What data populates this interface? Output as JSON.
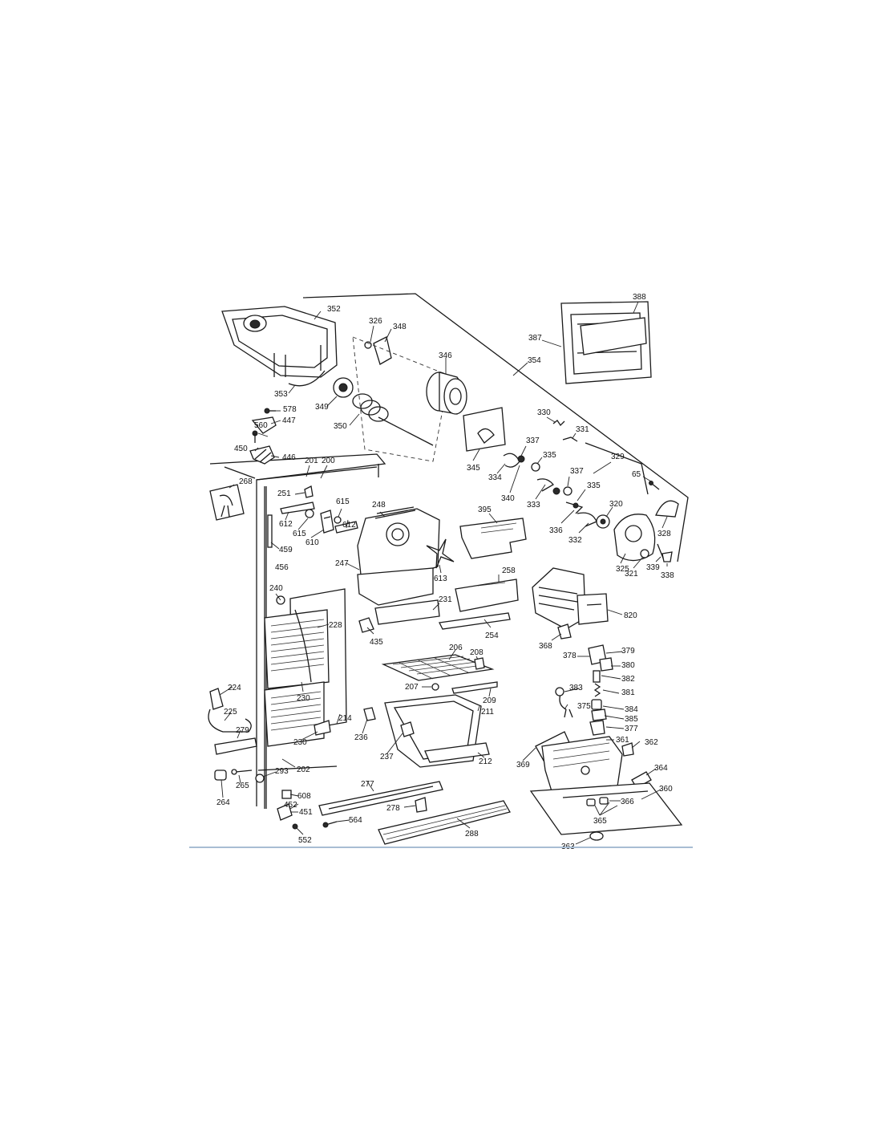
{
  "diagram": {
    "rule_color": "#a8bdd3",
    "line_color": "#1a1a1a",
    "callouts": [
      {
        "id": "352",
        "label": "352"
      },
      {
        "id": "326",
        "label": "326"
      },
      {
        "id": "348",
        "label": "348"
      },
      {
        "id": "346",
        "label": "346"
      },
      {
        "id": "354",
        "label": "354"
      },
      {
        "id": "387",
        "label": "387"
      },
      {
        "id": "388",
        "label": "388"
      },
      {
        "id": "353",
        "label": "353"
      },
      {
        "id": "349",
        "label": "349"
      },
      {
        "id": "350",
        "label": "350"
      },
      {
        "id": "578",
        "label": "578"
      },
      {
        "id": "447",
        "label": "447"
      },
      {
        "id": "560",
        "label": "560"
      },
      {
        "id": "450",
        "label": "450"
      },
      {
        "id": "446",
        "label": "446"
      },
      {
        "id": "201",
        "label": "201"
      },
      {
        "id": "200",
        "label": "200"
      },
      {
        "id": "268",
        "label": "268"
      },
      {
        "id": "251",
        "label": "251"
      },
      {
        "id": "612a",
        "label": "612"
      },
      {
        "id": "615a",
        "label": "615"
      },
      {
        "id": "615b",
        "label": "615"
      },
      {
        "id": "610",
        "label": "610"
      },
      {
        "id": "612b",
        "label": "612"
      },
      {
        "id": "248",
        "label": "248"
      },
      {
        "id": "459",
        "label": "459"
      },
      {
        "id": "456",
        "label": "456"
      },
      {
        "id": "247",
        "label": "247"
      },
      {
        "id": "613",
        "label": "613"
      },
      {
        "id": "345",
        "label": "345"
      },
      {
        "id": "330",
        "label": "330"
      },
      {
        "id": "331",
        "label": "331"
      },
      {
        "id": "337a",
        "label": "337"
      },
      {
        "id": "335a",
        "label": "335"
      },
      {
        "id": "334",
        "label": "334"
      },
      {
        "id": "329",
        "label": "329"
      },
      {
        "id": "337b",
        "label": "337"
      },
      {
        "id": "65",
        "label": "65"
      },
      {
        "id": "335b",
        "label": "335"
      },
      {
        "id": "340",
        "label": "340"
      },
      {
        "id": "333",
        "label": "333"
      },
      {
        "id": "395",
        "label": "395"
      },
      {
        "id": "320",
        "label": "320"
      },
      {
        "id": "336",
        "label": "336"
      },
      {
        "id": "332",
        "label": "332"
      },
      {
        "id": "328",
        "label": "328"
      },
      {
        "id": "325",
        "label": "325"
      },
      {
        "id": "321",
        "label": "321"
      },
      {
        "id": "339",
        "label": "339"
      },
      {
        "id": "338",
        "label": "338"
      },
      {
        "id": "240",
        "label": "240"
      },
      {
        "id": "258",
        "label": "258"
      },
      {
        "id": "231",
        "label": "231"
      },
      {
        "id": "228",
        "label": "228"
      },
      {
        "id": "254",
        "label": "254"
      },
      {
        "id": "435",
        "label": "435"
      },
      {
        "id": "820",
        "label": "820"
      },
      {
        "id": "368",
        "label": "368"
      },
      {
        "id": "206",
        "label": "206"
      },
      {
        "id": "208",
        "label": "208"
      },
      {
        "id": "378",
        "label": "378"
      },
      {
        "id": "379",
        "label": "379"
      },
      {
        "id": "380",
        "label": "380"
      },
      {
        "id": "382",
        "label": "382"
      },
      {
        "id": "381",
        "label": "381"
      },
      {
        "id": "230a",
        "label": "230"
      },
      {
        "id": "207",
        "label": "207"
      },
      {
        "id": "209",
        "label": "209"
      },
      {
        "id": "224",
        "label": "224"
      },
      {
        "id": "383",
        "label": "383"
      },
      {
        "id": "375",
        "label": "375"
      },
      {
        "id": "384",
        "label": "384"
      },
      {
        "id": "211",
        "label": "211"
      },
      {
        "id": "225",
        "label": "225"
      },
      {
        "id": "214",
        "label": "214"
      },
      {
        "id": "385",
        "label": "385"
      },
      {
        "id": "377",
        "label": "377"
      },
      {
        "id": "279",
        "label": "279"
      },
      {
        "id": "236",
        "label": "236"
      },
      {
        "id": "230b",
        "label": "230"
      },
      {
        "id": "361",
        "label": "361"
      },
      {
        "id": "362",
        "label": "362"
      },
      {
        "id": "237",
        "label": "237"
      },
      {
        "id": "212",
        "label": "212"
      },
      {
        "id": "369",
        "label": "369"
      },
      {
        "id": "202",
        "label": "202"
      },
      {
        "id": "293",
        "label": "293"
      },
      {
        "id": "265",
        "label": "265"
      },
      {
        "id": "364",
        "label": "364"
      },
      {
        "id": "277",
        "label": "277"
      },
      {
        "id": "360",
        "label": "360"
      },
      {
        "id": "264",
        "label": "264"
      },
      {
        "id": "608",
        "label": "608"
      },
      {
        "id": "452",
        "label": "452"
      },
      {
        "id": "366",
        "label": "366"
      },
      {
        "id": "278",
        "label": "278"
      },
      {
        "id": "451",
        "label": "451"
      },
      {
        "id": "564",
        "label": "564"
      },
      {
        "id": "365",
        "label": "365"
      },
      {
        "id": "288",
        "label": "288"
      },
      {
        "id": "552",
        "label": "552"
      },
      {
        "id": "363",
        "label": "363"
      }
    ]
  }
}
